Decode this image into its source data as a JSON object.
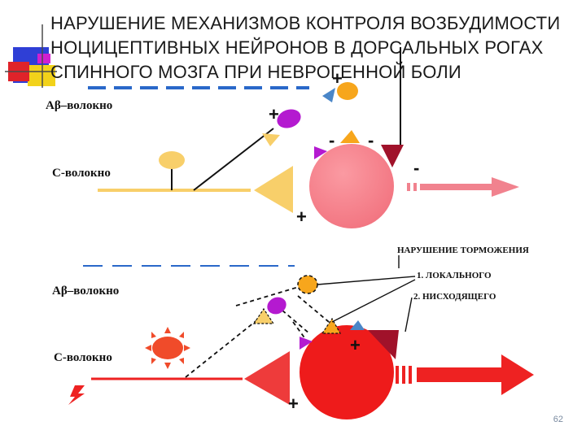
{
  "title_lines": [
    "НАРУШЕНИЕ  МЕХАНИЗМОВ  КОНТРОЛЯ  ВОЗБУДИМОСТИ",
    "НОЦИЦЕПТИВНЫХ  НЕЙРОНОВ  В  ДОРСАЛЬНЫХ  РОГАХ",
    "СПИННОГО МОЗГА  ПРИ НЕВРОГЕННОЙ БОЛИ"
  ],
  "labels": {
    "a_beta_fiber_top": "Aβ–волокно",
    "c_fiber_top": "С-волокно",
    "a_beta_fiber_bottom": "Aβ–волокно",
    "c_fiber_bottom": "С-волокно",
    "inhibition_impairment": "НАРУШЕНИЕ ТОРМОЖЕНИЯ",
    "local": "1. ЛОКАЛЬНОГО",
    "descending": "2. НИСХОДЯЩЕГО"
  },
  "signs": {
    "plus": "+",
    "minus": "-"
  },
  "page_number": "62",
  "colors": {
    "deco_blue": "#2f3fd6",
    "deco_red": "#e0232a",
    "deco_yellow": "#f2d21a",
    "deco_magenta": "#d020d0",
    "dash_blue": "#2a68c9",
    "big_neuron_top": "#f7848c",
    "big_neuron_bottom": "#ee1b1b",
    "yellow_triangle": "#f8cf6a",
    "orange": "#f7a61c",
    "purple": "#b41ad0",
    "dark_red": "#a0122a",
    "blue_triangle": "#4a86c8",
    "arrow_top": "#f1828e",
    "arrow_bottom": "#ee2222"
  }
}
